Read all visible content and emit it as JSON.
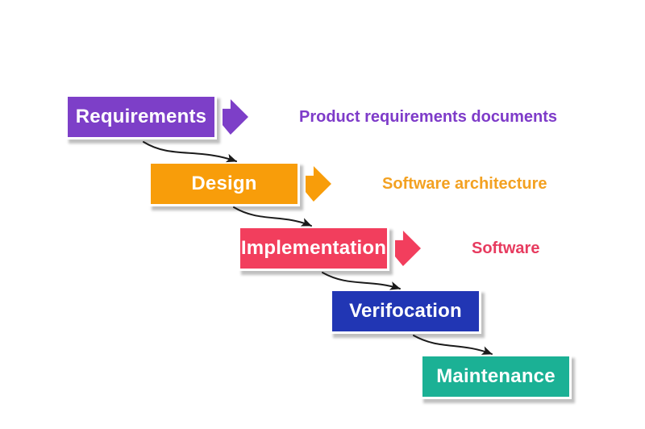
{
  "diagram": {
    "type": "waterfall-model",
    "background_color": "#ffffff",
    "connector_color": "#1b1b1b",
    "steps": [
      {
        "label": "Requirements",
        "box_color": "#7d3fc8",
        "annotation": "Product requirements documents",
        "annotation_color": "#7e3bc9"
      },
      {
        "label": "Design",
        "box_color": "#f89d0a",
        "annotation": "Software architecture",
        "annotation_color": "#f3a121"
      },
      {
        "label": "Implementation",
        "box_color": "#f23e5d",
        "annotation": "Software",
        "annotation_color": "#e73b5f"
      },
      {
        "label": "Verifocation",
        "box_color": "#2136b4",
        "annotation": "",
        "annotation_color": ""
      },
      {
        "label": "Maintenance",
        "box_color": "#1bb195",
        "annotation": "",
        "annotation_color": ""
      }
    ]
  }
}
